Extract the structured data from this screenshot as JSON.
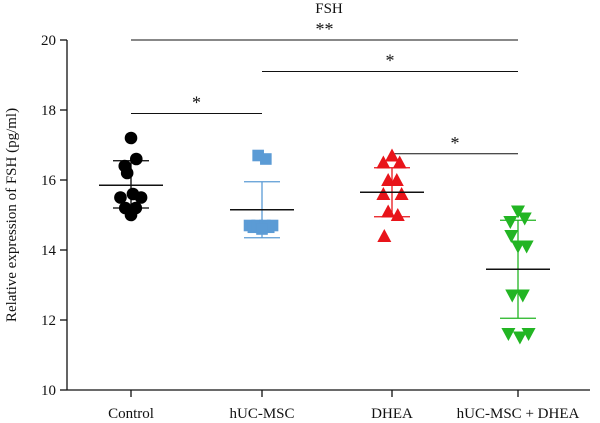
{
  "chart_data": {
    "type": "scatter",
    "title": "FSH",
    "xlabel": "",
    "ylabel": "Relative expression of FSH (pg/ml)",
    "ylim": [
      10,
      20
    ],
    "yticks": [
      10,
      12,
      14,
      16,
      18,
      20
    ],
    "grid": false,
    "categories": [
      "Control",
      "hUC-MSC",
      "DHEA",
      "hUC-MSC + DHEA"
    ],
    "groups": [
      {
        "category": "Control",
        "marker": "circle",
        "color": "#000000",
        "points": [
          {
            "x": -0.22,
            "y": 15.5
          },
          {
            "x": -0.13,
            "y": 16.4
          },
          {
            "x": -0.08,
            "y": 16.2
          },
          {
            "x": 0.0,
            "y": 17.2
          },
          {
            "x": 0.11,
            "y": 16.6
          },
          {
            "x": -0.12,
            "y": 15.2
          },
          {
            "x": 0.0,
            "y": 15.0
          },
          {
            "x": 0.1,
            "y": 15.2
          },
          {
            "x": 0.04,
            "y": 15.6
          },
          {
            "x": 0.21,
            "y": 15.5
          }
        ],
        "mean": 15.85,
        "sd_low": 15.2,
        "sd_high": 16.55
      },
      {
        "category": "hUC-MSC",
        "marker": "square",
        "color": "#5b9bd5",
        "points": [
          {
            "x": -0.08,
            "y": 16.7
          },
          {
            "x": 0.08,
            "y": 16.6
          },
          {
            "x": -0.26,
            "y": 14.7
          },
          {
            "x": -0.18,
            "y": 14.65
          },
          {
            "x": -0.1,
            "y": 14.7
          },
          {
            "x": -0.02,
            "y": 14.65
          },
          {
            "x": 0.06,
            "y": 14.7
          },
          {
            "x": 0.14,
            "y": 14.65
          },
          {
            "x": 0.22,
            "y": 14.7
          },
          {
            "x": 0.0,
            "y": 14.6
          }
        ],
        "mean": 15.15,
        "sd_low": 14.35,
        "sd_high": 15.95
      },
      {
        "category": "DHEA",
        "marker": "triangle-up",
        "color": "#e8141a",
        "points": [
          {
            "x": -0.18,
            "y": 16.5
          },
          {
            "x": 0.0,
            "y": 16.7
          },
          {
            "x": 0.16,
            "y": 16.5
          },
          {
            "x": -0.08,
            "y": 16.0
          },
          {
            "x": 0.1,
            "y": 16.0
          },
          {
            "x": -0.18,
            "y": 15.6
          },
          {
            "x": 0.2,
            "y": 15.6
          },
          {
            "x": -0.08,
            "y": 15.1
          },
          {
            "x": 0.12,
            "y": 15.0
          },
          {
            "x": -0.16,
            "y": 14.4
          }
        ],
        "mean": 15.65,
        "sd_low": 14.95,
        "sd_high": 16.35
      },
      {
        "category": "hUC-MSC + DHEA",
        "marker": "triangle-down",
        "color": "#22b523",
        "points": [
          {
            "x": -0.16,
            "y": 14.8
          },
          {
            "x": 0.0,
            "y": 15.1
          },
          {
            "x": 0.14,
            "y": 14.9
          },
          {
            "x": -0.14,
            "y": 14.4
          },
          {
            "x": 0.0,
            "y": 14.1
          },
          {
            "x": 0.18,
            "y": 14.1
          },
          {
            "x": -0.12,
            "y": 12.7
          },
          {
            "x": 0.1,
            "y": 12.7
          },
          {
            "x": -0.2,
            "y": 11.6
          },
          {
            "x": 0.04,
            "y": 11.5
          },
          {
            "x": 0.22,
            "y": 11.6
          }
        ],
        "mean": 13.45,
        "sd_low": 12.05,
        "sd_high": 14.85
      }
    ],
    "significance": [
      {
        "from": "Control",
        "to": "hUC-MSC + DHEA",
        "y": 20.0,
        "label": "**"
      },
      {
        "from": "hUC-MSC",
        "to": "hUC-MSC + DHEA",
        "y": 19.1,
        "label": "*"
      },
      {
        "from": "Control",
        "to": "hUC-MSC",
        "y": 17.9,
        "label": "*"
      },
      {
        "from": "DHEA",
        "to": "hUC-MSC + DHEA",
        "y": 16.75,
        "label": "*"
      }
    ]
  }
}
